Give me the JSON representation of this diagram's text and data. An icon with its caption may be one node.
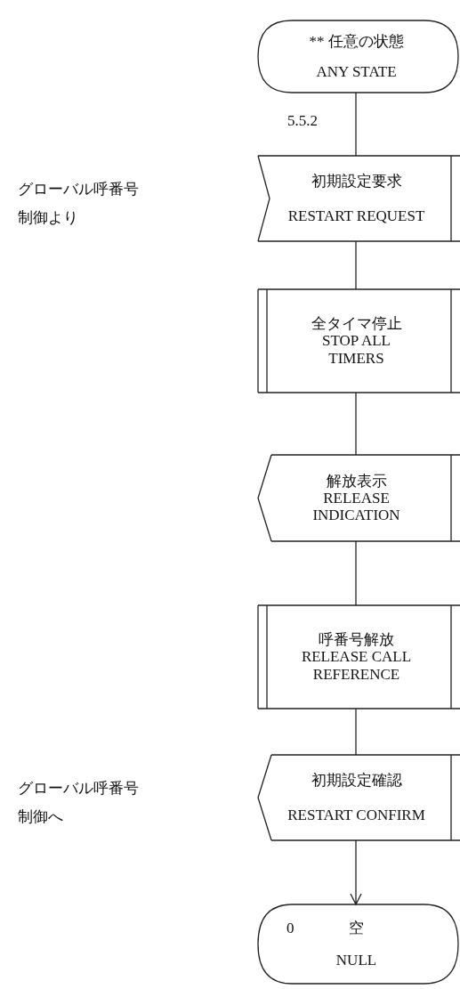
{
  "diagram": {
    "nodes": [
      {
        "text": [
          "** 任意の状態",
          "ANY STATE"
        ]
      },
      {
        "text": [
          "初期設定要求",
          "RESTART REQUEST"
        ]
      },
      {
        "text": [
          "全タイマ停止",
          "STOP ALL TIMERS"
        ]
      },
      {
        "text": [
          "解放表示",
          "RELEASE INDICATION"
        ]
      },
      {
        "text": [
          "呼番号解放",
          "RELEASE CALL REFERENCE"
        ]
      },
      {
        "text": [
          "初期設定確認",
          "RESTART CONFIRM"
        ]
      },
      {
        "text": [
          "0",
          "空",
          "NULL"
        ]
      }
    ],
    "edges": [
      {
        "from": 0,
        "to": 1,
        "arrow": "none"
      },
      {
        "from": 1,
        "to": 2,
        "arrow": "none"
      },
      {
        "from": 2,
        "to": 3,
        "arrow": "none"
      },
      {
        "from": 3,
        "to": 4,
        "arrow": "none"
      },
      {
        "from": 4,
        "to": 5,
        "arrow": "none"
      },
      {
        "from": 5,
        "to": 6,
        "arrow": "to"
      }
    ],
    "labels": [
      "5.5.2",
      "グローバル呼番号制御より",
      "グローバル呼番号制御へ"
    ]
  }
}
